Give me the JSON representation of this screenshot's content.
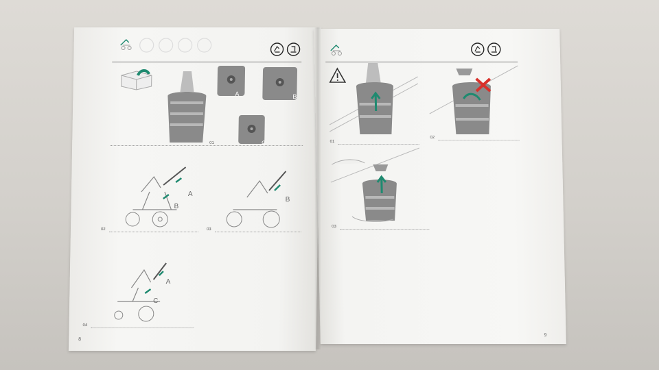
{
  "left_page": {
    "step_labels": [
      "01",
      "02",
      "03",
      "04"
    ],
    "part_letters": [
      "A",
      "B",
      "C",
      "A",
      "B",
      "B",
      "A",
      "C"
    ],
    "page_number": "8"
  },
  "right_page": {
    "step_labels": [
      "01",
      "02",
      "03"
    ],
    "page_number": "9"
  },
  "colors": {
    "accent_green": "#1f8a70",
    "warning_red": "#d9312b",
    "holder_grey": "#7d7d7d"
  },
  "icons": [
    "box-icon",
    "stroller-icon",
    "warning-triangle-icon",
    "cross-icon"
  ]
}
